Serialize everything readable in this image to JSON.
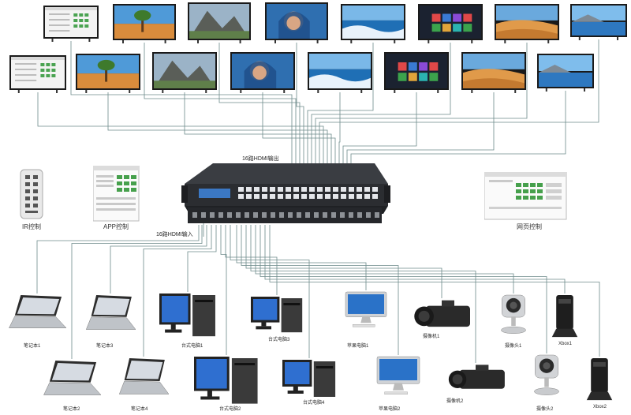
{
  "matrix": {
    "output_label": "16路HDMI输出",
    "input_label": "16路HDMI输入"
  },
  "control": {
    "ir_label": "IR控制",
    "app_label": "APP控制",
    "web_label": "网页控制"
  },
  "displays": [
    {
      "screen": "app-ui"
    },
    {
      "screen": "beach-tree"
    },
    {
      "screen": "mountains"
    },
    {
      "screen": "woman-portrait"
    },
    {
      "screen": "ocean-waves"
    },
    {
      "screen": "tile-dashboard"
    },
    {
      "screen": "desert-dunes"
    },
    {
      "screen": "mountain-lake"
    },
    {
      "screen": "app-ui"
    },
    {
      "screen": "beach-tree"
    },
    {
      "screen": "mountains"
    },
    {
      "screen": "woman-portrait"
    },
    {
      "screen": "ocean-waves"
    },
    {
      "screen": "tile-dashboard"
    },
    {
      "screen": "desert-dunes"
    },
    {
      "screen": "mountain-lake"
    }
  ],
  "sources": [
    {
      "name": "laptop",
      "label": "笔记本1"
    },
    {
      "name": "laptop",
      "label": "笔记本2"
    },
    {
      "name": "laptop",
      "label": "笔记本3"
    },
    {
      "name": "laptop",
      "label": "笔记本4"
    },
    {
      "name": "desktop-pc",
      "label": "台式电脑1"
    },
    {
      "name": "desktop-pc",
      "label": "台式电脑2"
    },
    {
      "name": "desktop-pc",
      "label": "台式电脑3"
    },
    {
      "name": "desktop-pc",
      "label": "台式电脑4"
    },
    {
      "name": "all-in-one-pc",
      "label": "苹果电脑1"
    },
    {
      "name": "all-in-one-pc",
      "label": "苹果电脑2"
    },
    {
      "name": "camcorder",
      "label": "摄像机1"
    },
    {
      "name": "camcorder",
      "label": "摄像机2"
    },
    {
      "name": "webcam",
      "label": "摄像头1"
    },
    {
      "name": "webcam",
      "label": "摄像头2"
    },
    {
      "name": "game-console",
      "label": "Xbox1"
    },
    {
      "name": "game-console",
      "label": "Xbox2"
    }
  ]
}
